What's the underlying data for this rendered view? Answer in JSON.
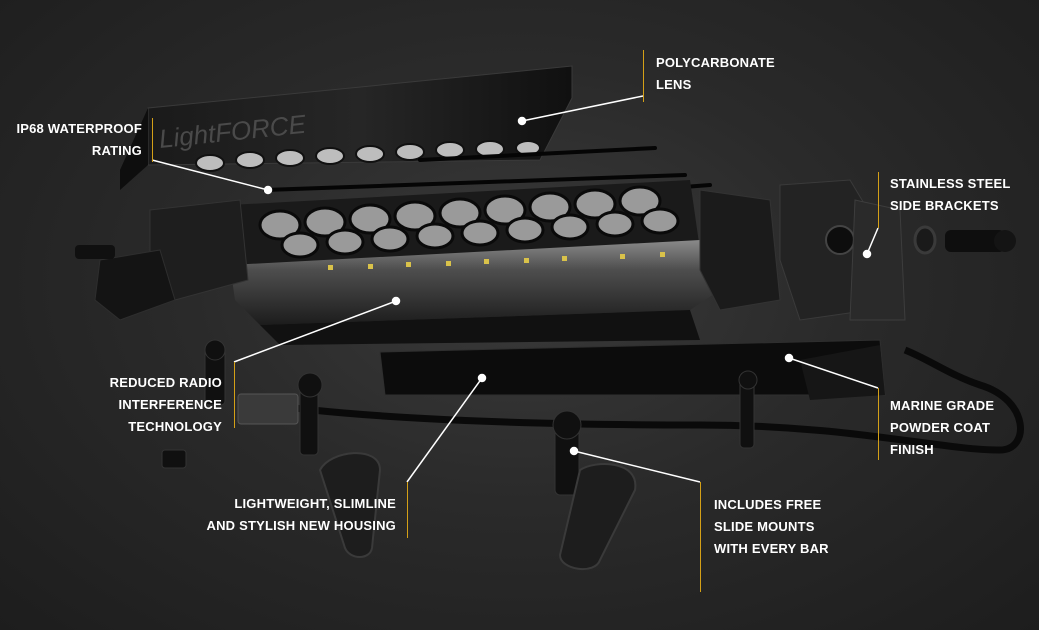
{
  "callouts": {
    "lens": {
      "lines": [
        "POLYCARBONATE",
        "LENS"
      ]
    },
    "waterproof": {
      "lines": [
        "IP68 WATERPROOF",
        "RATING"
      ]
    },
    "brackets": {
      "lines": [
        "STAINLESS STEEL",
        "SIDE BRACKETS"
      ]
    },
    "radio": {
      "lines": [
        "REDUCED RADIO",
        "INTERFERENCE",
        "TECHNOLOGY"
      ]
    },
    "coating": {
      "lines": [
        "MARINE GRADE",
        "POWDER COAT",
        "FINISH"
      ]
    },
    "housing": {
      "lines": [
        "LIGHTWEIGHT, SLIMLINE",
        "AND STYLISH NEW HOUSING"
      ]
    },
    "mounts": {
      "lines": [
        "INCLUDES FREE",
        "SLIDE MOUNTS",
        "WITH EVERY BAR"
      ]
    }
  },
  "brand_mark": "LightFORCE",
  "colors": {
    "accent": "#d4a017",
    "text": "#ffffff",
    "background": "#2a2a2a"
  }
}
